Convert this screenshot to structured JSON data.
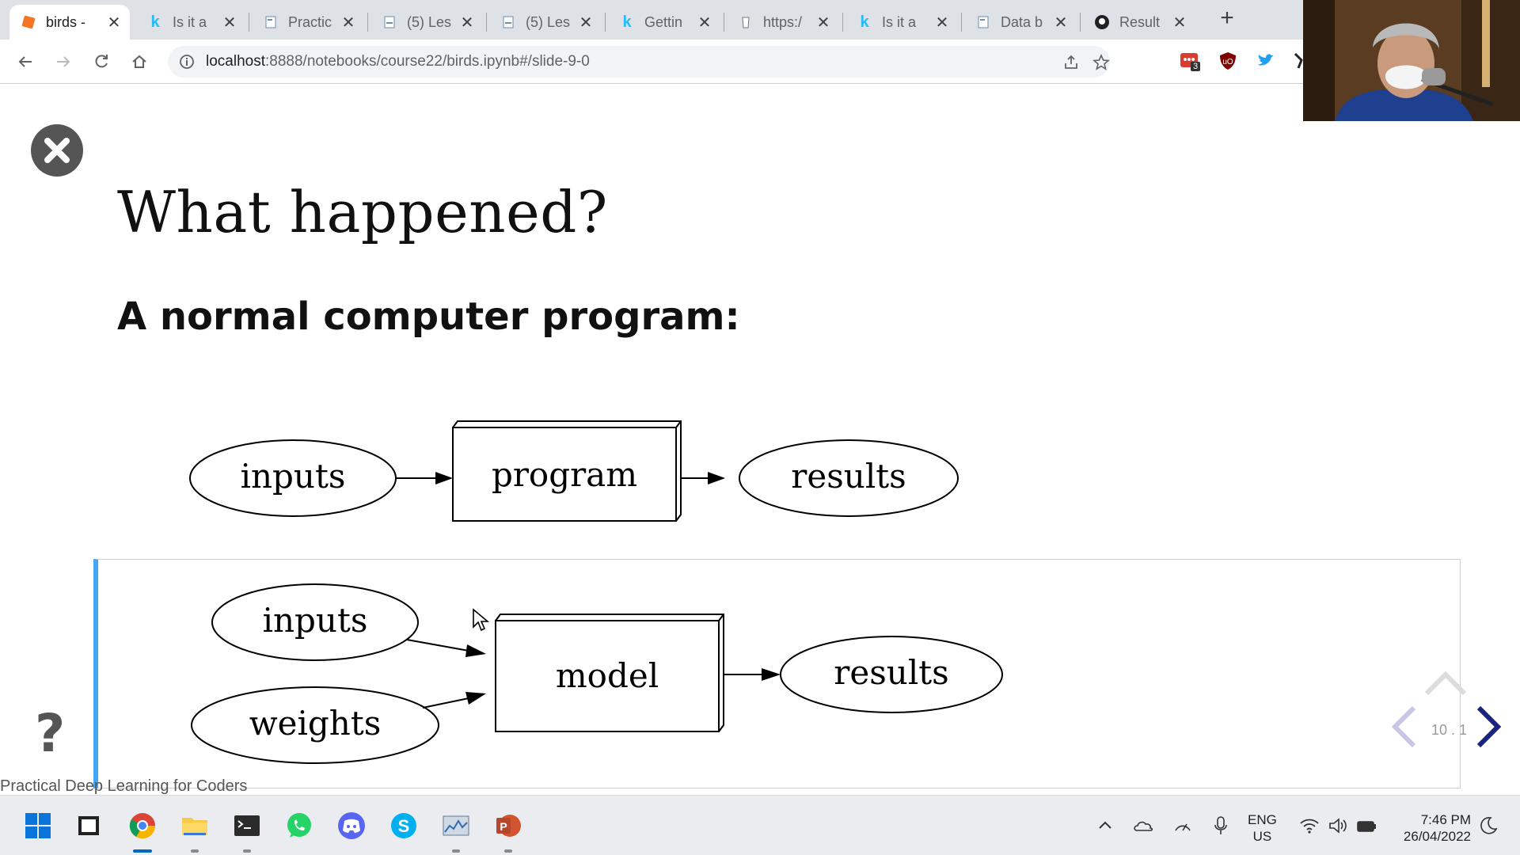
{
  "browser": {
    "tabs": [
      {
        "title": "birds -",
        "favicon": "jupyter-book-icon",
        "active": true
      },
      {
        "title": "Is it a",
        "favicon": "kaggle-icon"
      },
      {
        "title": "Practic",
        "favicon": "doc-icon"
      },
      {
        "title": "(5) Les",
        "favicon": "forum-icon"
      },
      {
        "title": "(5) Les",
        "favicon": "forum-icon"
      },
      {
        "title": "Gettin",
        "favicon": "kaggle-icon"
      },
      {
        "title": "https:/",
        "favicon": "page-icon"
      },
      {
        "title": "Is it a",
        "favicon": "kaggle-icon"
      },
      {
        "title": "Data b",
        "favicon": "doc-icon"
      },
      {
        "title": "Result",
        "favicon": "github-icon"
      }
    ],
    "url_host": "localhost",
    "url_path": ":8888/notebooks/course22/birds.ipynb#/slide-9-0",
    "extension_badge": "3"
  },
  "slide": {
    "title": "What happened?",
    "subtitle": "A normal computer program:",
    "diagram1": {
      "input": "inputs",
      "process": "program",
      "output": "results"
    },
    "diagram2": {
      "input1": "inputs",
      "input2": "weights",
      "process": "model",
      "output": "results"
    },
    "help": "?",
    "footer": "Practical Deep Learning for Coders",
    "slide_number": "10 . 1",
    "progress_fraction": 0.27
  },
  "taskbar": {
    "apps": [
      "windows-start-icon",
      "file-manager-icon",
      "chrome-icon",
      "folder-icon",
      "terminal-icon",
      "whatsapp-icon",
      "discord-icon",
      "skype-icon",
      "resource-monitor-icon",
      "powerpoint-icon"
    ],
    "lang_line1": "ENG",
    "lang_line2": "US",
    "time": "7:46 PM",
    "date": "26/04/2022"
  },
  "colors": {
    "accent_blue": "#42a5f5",
    "tab_bar": "#dee1e6",
    "taskbar": "#ebecef"
  }
}
